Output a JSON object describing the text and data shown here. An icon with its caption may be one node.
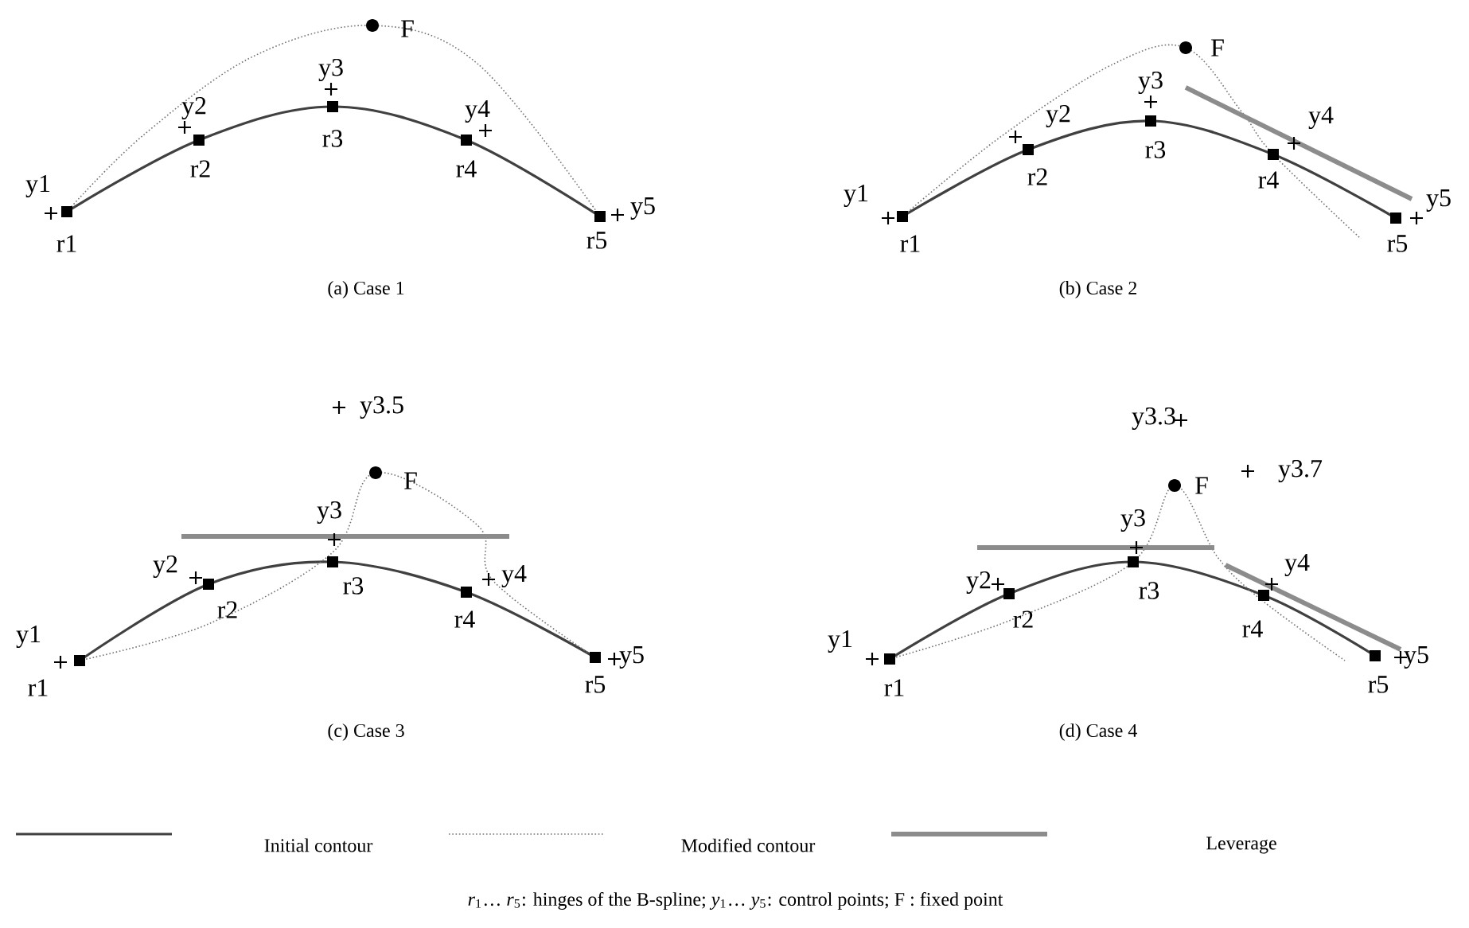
{
  "diagram": {
    "caption": "*r*$_{1}$… *r*$_{5}$: hinges of the B-spline; *y*$_{1}$… *y*$_{5}$: control points; F : fixed point",
    "labels": [
      "y1",
      "r1",
      "y2",
      "r2",
      "y3",
      "r3",
      "y4",
      "r4",
      "y5",
      "r5",
      "F",
      "(a) Case 1",
      "y1",
      "r1",
      "y2",
      "r2",
      "y3",
      "r3",
      "y4",
      "r4",
      "y5",
      "r5",
      "F",
      "(b) Case 2",
      "y1",
      "r1",
      "y2",
      "r2",
      "y3",
      "r3",
      "y4",
      "r4",
      "y5",
      "r5",
      "F",
      "y3.5",
      "(c) Case 3",
      "y1",
      "r1",
      "y2",
      "r2",
      "y3",
      "r3",
      "y4",
      "r4",
      "y5",
      "r5",
      "F",
      "y3.3",
      "y3.7",
      "(d) Case 4"
    ],
    "legend": [
      {
        "text": "Initial contour"
      },
      {
        "text": "Modified contour"
      },
      {
        "text": "Leverage"
      }
    ]
  }
}
